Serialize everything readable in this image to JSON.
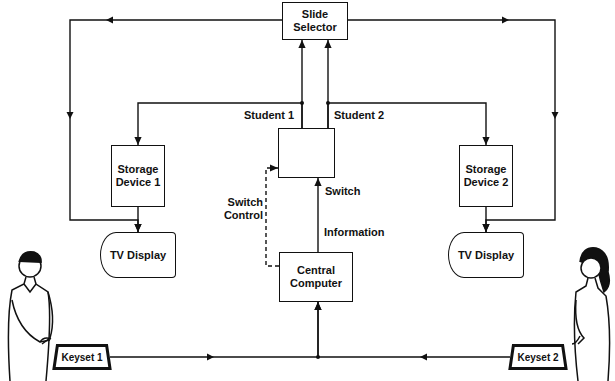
{
  "diagram": {
    "nodes": [
      {
        "text": [
          "Slide Selector"
        ]
      },
      {
        "text": [
          "Storage Device 1"
        ]
      },
      {
        "text": [
          "Switch"
        ]
      },
      {
        "text": [
          "Storage Device 2"
        ]
      },
      {
        "text": [
          "TV Display"
        ]
      },
      {
        "text": [
          "Central Computer"
        ]
      },
      {
        "text": [
          "TV Display"
        ]
      },
      {
        "text": [
          "Keyset 1"
        ]
      },
      {
        "text": [
          "Keyset 2"
        ]
      }
    ],
    "edges": [
      {
        "from": 7,
        "to": 5,
        "arrow": "to"
      },
      {
        "from": 8,
        "to": 5,
        "arrow": "to"
      },
      {
        "from": 5,
        "to": 2,
        "label": "Information",
        "arrow": "to"
      },
      {
        "from": 5,
        "to": 2,
        "label": "Switch Control",
        "arrow": "to"
      },
      {
        "from": 2,
        "to": 0,
        "label": "Student 1",
        "arrow": "to"
      },
      {
        "from": 2,
        "to": 1,
        "arrow": "to"
      },
      {
        "from": 2,
        "to": 0,
        "label": "Student 2",
        "arrow": "to"
      },
      {
        "from": 2,
        "to": 3,
        "arrow": "to"
      },
      {
        "from": 0,
        "to": 4,
        "arrow": "to"
      },
      {
        "from": 1,
        "to": 4,
        "arrow": "to"
      },
      {
        "from": 0,
        "to": 6,
        "arrow": "to"
      },
      {
        "from": 3,
        "to": 6,
        "arrow": "to"
      }
    ]
  }
}
